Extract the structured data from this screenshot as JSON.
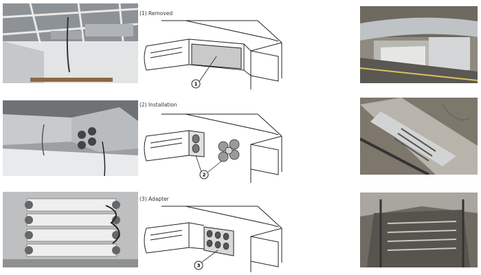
{
  "steps": [
    {
      "caption": "(1) Removed",
      "callout": "1"
    },
    {
      "caption": "(2) Installation",
      "callout": "2"
    },
    {
      "caption": "(3) Adapter",
      "callout": "3"
    }
  ]
}
